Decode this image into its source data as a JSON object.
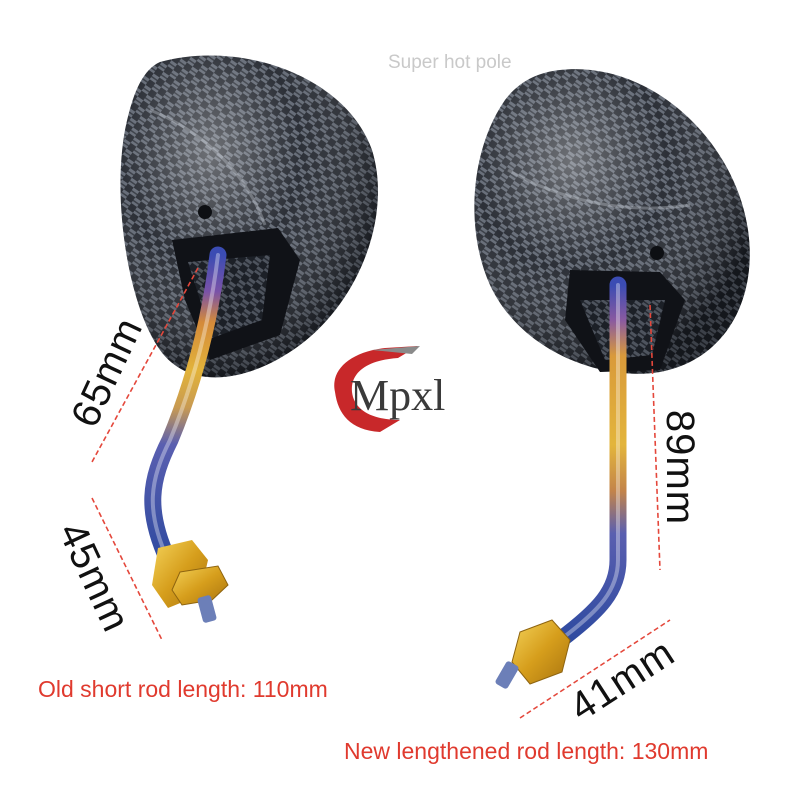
{
  "watermark": "Super hot pole",
  "brand": "Mpxl",
  "dimensions": {
    "left_upper": "65mm",
    "left_lower": "45mm",
    "right_upper": "89mm",
    "right_lower": "41mm"
  },
  "captions": {
    "old": "Old short rod length: 110mm",
    "new": "New lengthened rod length: 130mm"
  },
  "colors": {
    "caption": "#e03a2e",
    "dimension_line": "#e4473b",
    "carbon_dark": "#1c1f26",
    "rod_blue": "#3a4fa8",
    "rod_gold": "#d9a52b",
    "nut_gold": "#e0b020"
  }
}
